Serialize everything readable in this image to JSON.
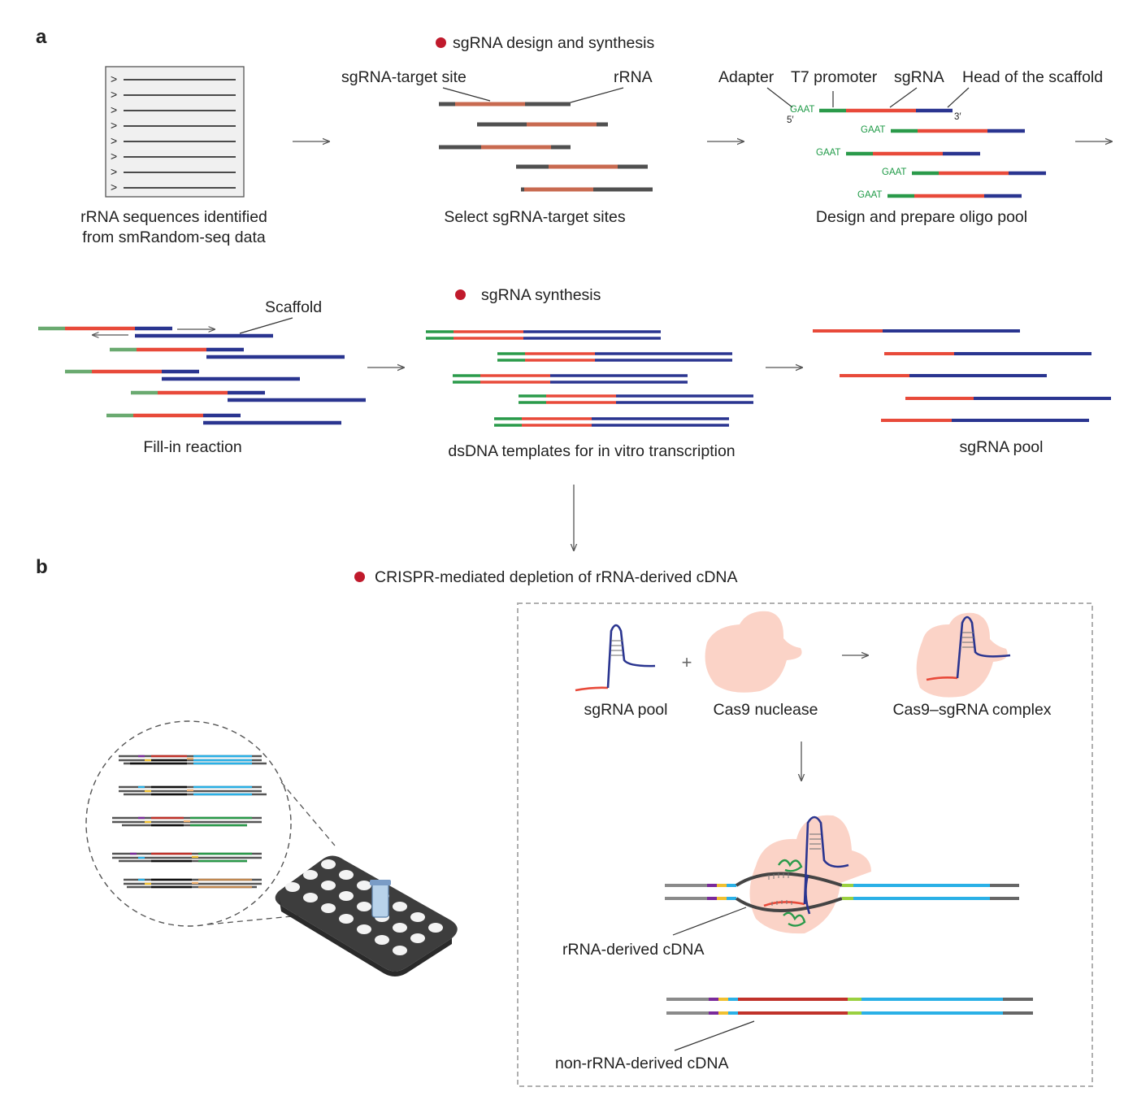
{
  "colors": {
    "red_dot": "#c01a2c",
    "adapter_green": "#2a9a4a",
    "sgrna_red": "#e84a3a",
    "scaffold_blue": "#2a3590",
    "rrna_grey": "#505050",
    "target_site": "#c86a50",
    "cas9_pink": "#fbd3c7",
    "cdna_cyan": "#2ab0e6",
    "cdna_red": "#c0322a"
  },
  "panel_a": {
    "label": "a",
    "step1": {
      "caption_line1": "rRNA sequences identified",
      "caption_line2": "from smRandom-seq data",
      "prompt_glyph": ">"
    },
    "header1": "sgRNA design and synthesis",
    "step2": {
      "label_target": "sgRNA-target site",
      "label_rrna": "rRNA",
      "caption": "Select sgRNA-target sites"
    },
    "step3": {
      "label_adapter": "Adapter",
      "label_t7": "T7 promoter",
      "label_sgrna": "sgRNA",
      "label_head": "Head of the scaffold",
      "gaat": "GAAT",
      "five_prime": "5′",
      "three_prime": "3′",
      "caption": "Design and prepare oligo pool"
    },
    "step4": {
      "label_scaffold": "Scaffold",
      "caption": "Fill-in reaction"
    },
    "header2": "sgRNA synthesis",
    "step5": {
      "caption": "dsDNA templates for in vitro transcription"
    },
    "step6": {
      "caption": "sgRNA pool"
    }
  },
  "panel_b": {
    "label": "b",
    "header": "CRISPR-mediated depletion of rRNA-derived cDNA",
    "plus": "+",
    "sgrna_pool": "sgRNA pool",
    "cas9": "Cas9 nuclease",
    "complex": "Cas9–sgRNA complex",
    "rrna_cdna": "rRNA-derived cDNA",
    "non_rrna_cdna": "non-rRNA-derived cDNA"
  }
}
